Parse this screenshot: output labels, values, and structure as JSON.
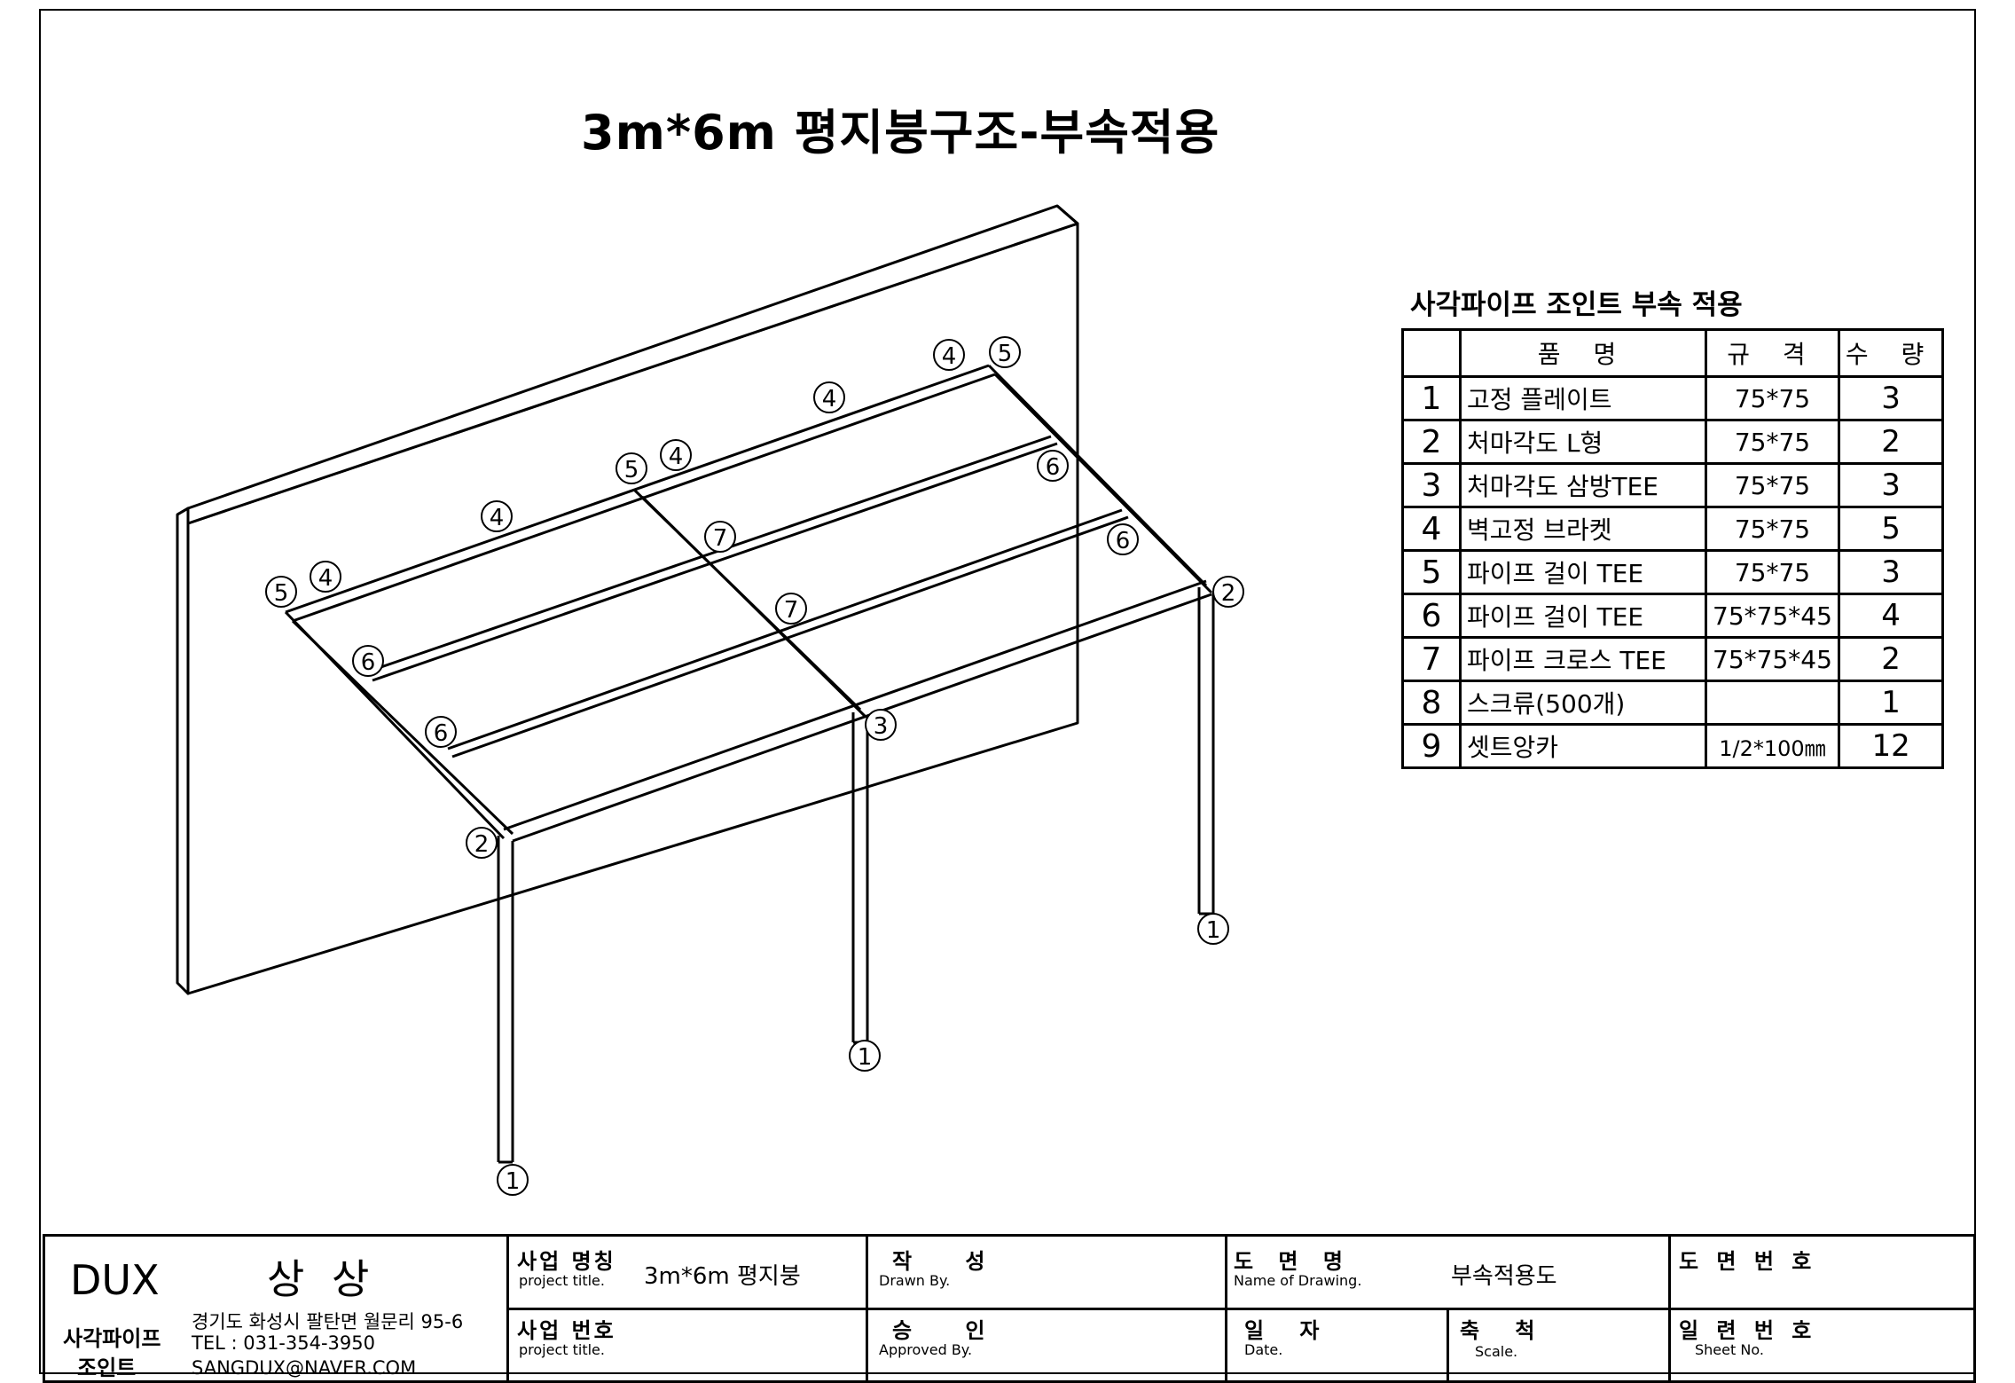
{
  "title": "3m*6m 평지붕구조-부속적용",
  "callouts": {
    "n1": "1",
    "n2": "2",
    "n3": "3",
    "n4": "4",
    "n5": "5",
    "n6": "6",
    "n7": "7"
  },
  "parts_table": {
    "title": "사각파이프 조인트 부속 적용",
    "headers": {
      "name": "품 명",
      "spec": "규 격",
      "qty": "수 량"
    },
    "rows": [
      {
        "no": "1",
        "name": "고정 플레이트",
        "spec": "75*75",
        "qty": "3"
      },
      {
        "no": "2",
        "name": "처마각도 L형",
        "spec": "75*75",
        "qty": "2"
      },
      {
        "no": "3",
        "name": "처마각도 삼방TEE",
        "spec": "75*75",
        "qty": "3"
      },
      {
        "no": "4",
        "name": "벽고정 브라켓",
        "spec": "75*75",
        "qty": "5"
      },
      {
        "no": "5",
        "name": "파이프 걸이 TEE",
        "spec": "75*75",
        "qty": "3"
      },
      {
        "no": "6",
        "name": "파이프 걸이 TEE",
        "spec": "75*75*45",
        "qty": "4"
      },
      {
        "no": "7",
        "name": "파이프 크로스 TEE",
        "spec": "75*75*45",
        "qty": "2"
      },
      {
        "no": "8",
        "name": "스크류(500개)",
        "spec": "",
        "qty": "1"
      },
      {
        "no": "9",
        "name": "셋트앙카",
        "spec": "1/2*100㎜",
        "qty": "12"
      }
    ]
  },
  "title_block": {
    "brand": "DUX",
    "company": "상 상",
    "product_line_1": "사각파이프",
    "product_line_2": "조인트",
    "address": "경기도 화성시 팔탄면 월문리 95-6",
    "tel": "TEL : 031-354-3950",
    "email": "SANGDUX@NAVER.COM",
    "project_name_label": "사업 명칭",
    "project_name_sub": "project title.",
    "project_name_value": "3m*6m 평지붕",
    "project_no_label": "사업 번호",
    "project_no_sub": "project title.",
    "drawn_label": "작 성",
    "drawn_sub": "Drawn By.",
    "approved_label": "승 인",
    "approved_sub": "Approved By.",
    "drawing_name_label": "도 면 명",
    "drawing_name_sub": "Name of Drawing.",
    "drawing_name_value": "부속적용도",
    "date_label": "일 자",
    "date_sub": "Date.",
    "scale_label": "축 척",
    "scale_sub": "Scale.",
    "drawing_no_label": "도 면 번 호",
    "sheet_no_label": "일 련 번 호",
    "sheet_no_sub": "Sheet No."
  }
}
